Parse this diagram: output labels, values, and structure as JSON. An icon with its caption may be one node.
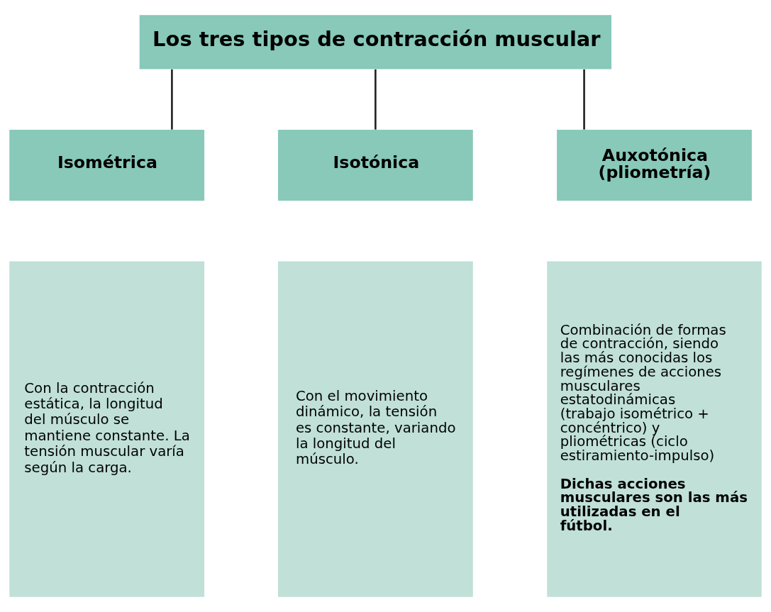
{
  "diagram": {
    "nodes": [
      {
        "text": [
          "Los tres tipos de contracción muscular"
        ]
      },
      {
        "text": [
          "Isométrica"
        ]
      },
      {
        "text": [
          "Isotónica"
        ]
      },
      {
        "text": [
          "Auxotónica (pliometría)"
        ]
      },
      {
        "text": [
          "Con la contracción estática, la longitud del músculo se mantiene constante. La tensión muscular varía según la carga."
        ]
      },
      {
        "text": [
          "Con el movimiento dinámico, la tensión es constante, variando la longitud del músculo."
        ]
      },
      {
        "text": [
          "Combinación de formas de contracción, siendo las más conocidas los regímenes de acciones musculares estatodinámicas (trabajo isométrico + concéntrico) y pliométricas (ciclo estiramiento-impulso)",
          "Dichas acciones musculares son las más utilizadas en el fútbol."
        ]
      }
    ],
    "edges": [
      {
        "from": 0,
        "to": 1,
        "arrow": "none"
      },
      {
        "from": 0,
        "to": 2,
        "arrow": "none"
      },
      {
        "from": 0,
        "to": 3,
        "arrow": "none"
      }
    ]
  }
}
